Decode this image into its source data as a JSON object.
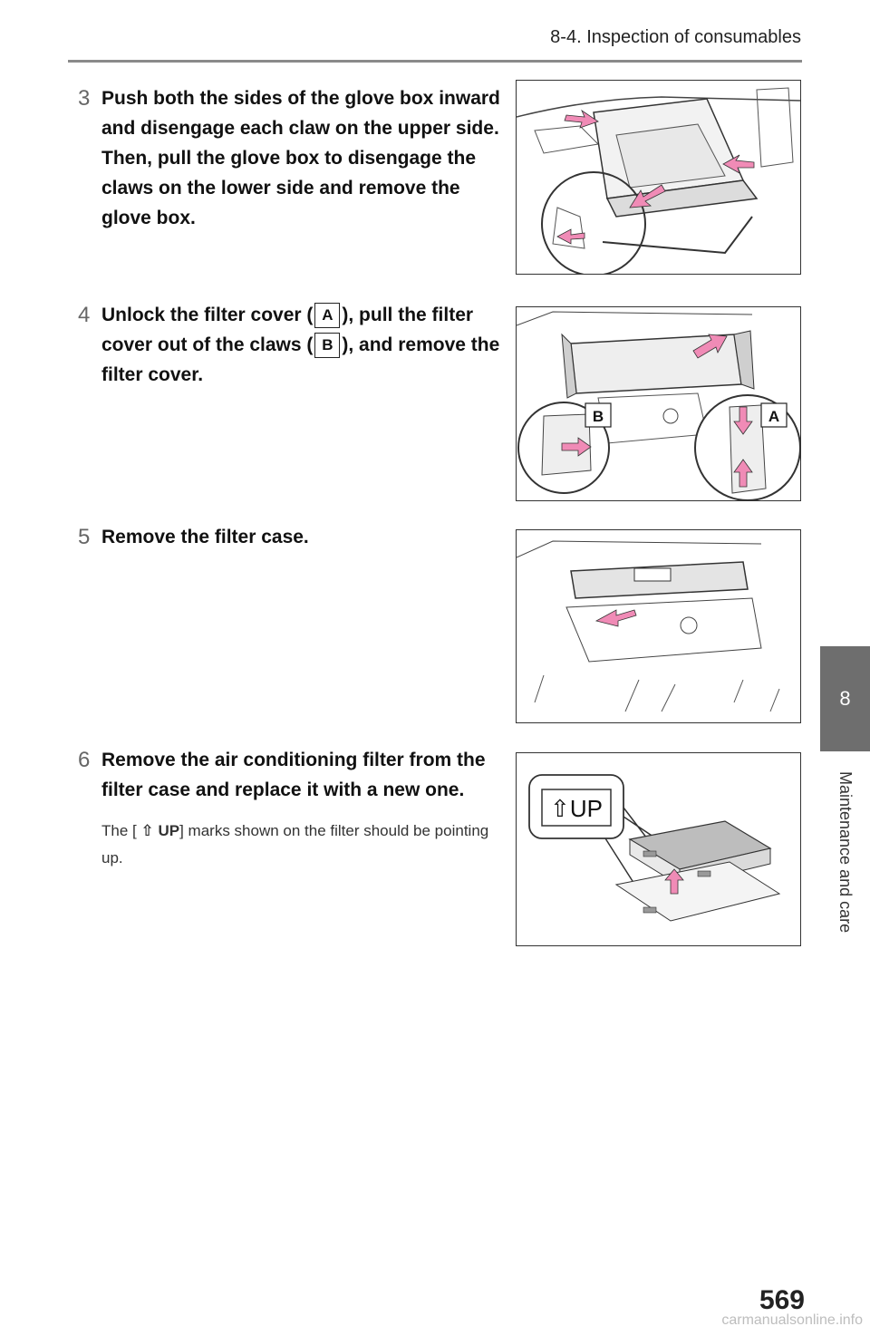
{
  "header": {
    "section": "8-4. Inspection of consumables"
  },
  "side_tab": {
    "chapter_number": "8",
    "chapter_title": "Maintenance and care"
  },
  "steps": [
    {
      "num": "3",
      "text": "Push both the sides of the glove box inward and disengage each claw on the upper side. Then, pull the glove box to disengage the claws on the lower side and remove the glove box."
    },
    {
      "num": "4",
      "part1": "Unlock the filter cover (",
      "label_a": "A",
      "part2": "), pull the filter cover out of the claws (",
      "label_b": "B",
      "part3": "), and remove the filter cover."
    },
    {
      "num": "5",
      "text": "Remove the filter case."
    },
    {
      "num": "6",
      "text": "Remove the air conditioning filter from the filter case and replace it with a new one."
    }
  ],
  "note": {
    "pre": "The [",
    "mark": "⇧",
    "up": "UP",
    "post": "] marks shown on the filter should be pointing up."
  },
  "figures": {
    "fig2": {
      "label_b": "B",
      "label_a": "A"
    },
    "fig4": {
      "callout": "⇧UP"
    }
  },
  "page_number": "569",
  "watermark": "carmanualsonline.info",
  "colors": {
    "arrow": "#f08bb6",
    "tab": "#6e6e6e",
    "rule": "#8a8a8a"
  }
}
